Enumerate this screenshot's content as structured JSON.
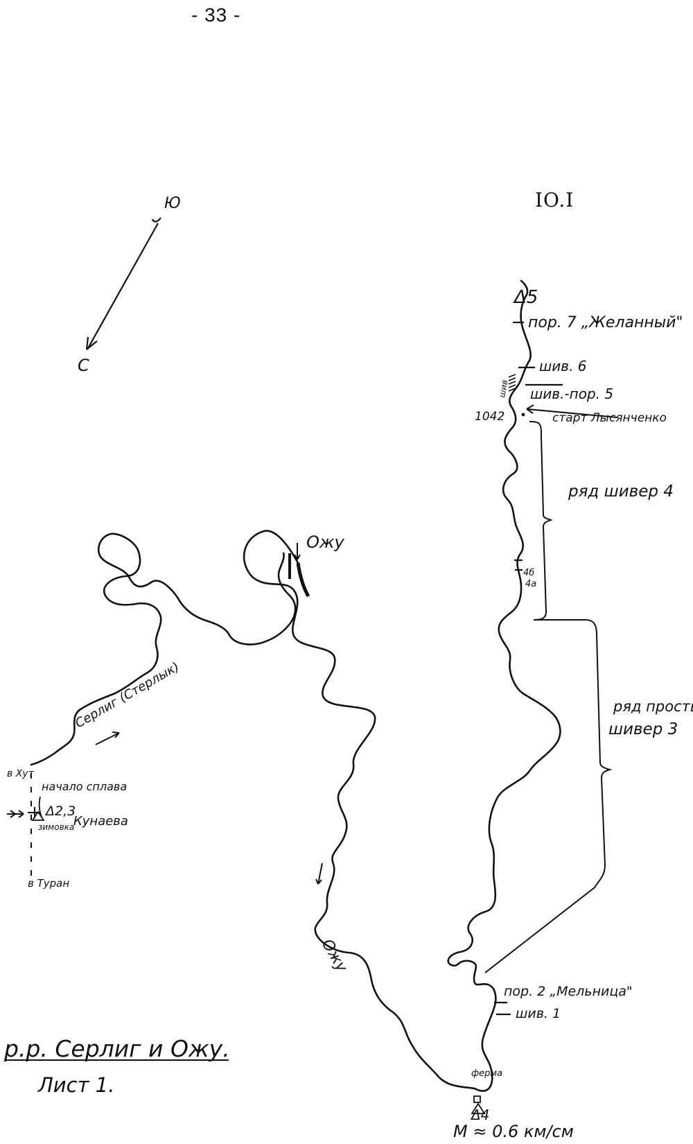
{
  "page": {
    "number": "- 33 -",
    "sheet_code": "IO.I"
  },
  "compass": {
    "south_label": "Ю",
    "north_label": "С"
  },
  "rivers": {
    "ozhu_top": "Ожу",
    "ozhu_main": "Ожу",
    "serlig": "Серлиг (Стерлык)"
  },
  "start_area": {
    "to_kut": "в Хут",
    "start_of_rafting": "начало сплава",
    "camps": "Δ2,3",
    "winter_hut": "зимовка",
    "owner": "Кунаева",
    "to_turan": "в Туран"
  },
  "features": {
    "camp_5": "Δ5",
    "rapid_7": "пор. 7 „Желанный\"",
    "riffle_6": "шив. 6",
    "riffle_rapid_5": "шив.-пор. 5",
    "riffle_short": "шив",
    "elevation": "1042",
    "start_lysenchenko": "старт Лысянченко",
    "riffles_4": "ряд шивер 4",
    "riffle_4b": "4б",
    "riffle_4a": "4а",
    "riffles_3_line1": "ряд простых",
    "riffles_3_line2": "шивер 3",
    "rapid_2": "пор. 2 „Мельница\"",
    "riffle_1": "шив. 1",
    "farm": "ферма",
    "camp_4": "Δ4"
  },
  "legend": {
    "title": "р.р. Серлиг и Ожу.",
    "sheet": "Лист 1.",
    "scale": "М ≈ 0.6 км/см"
  }
}
